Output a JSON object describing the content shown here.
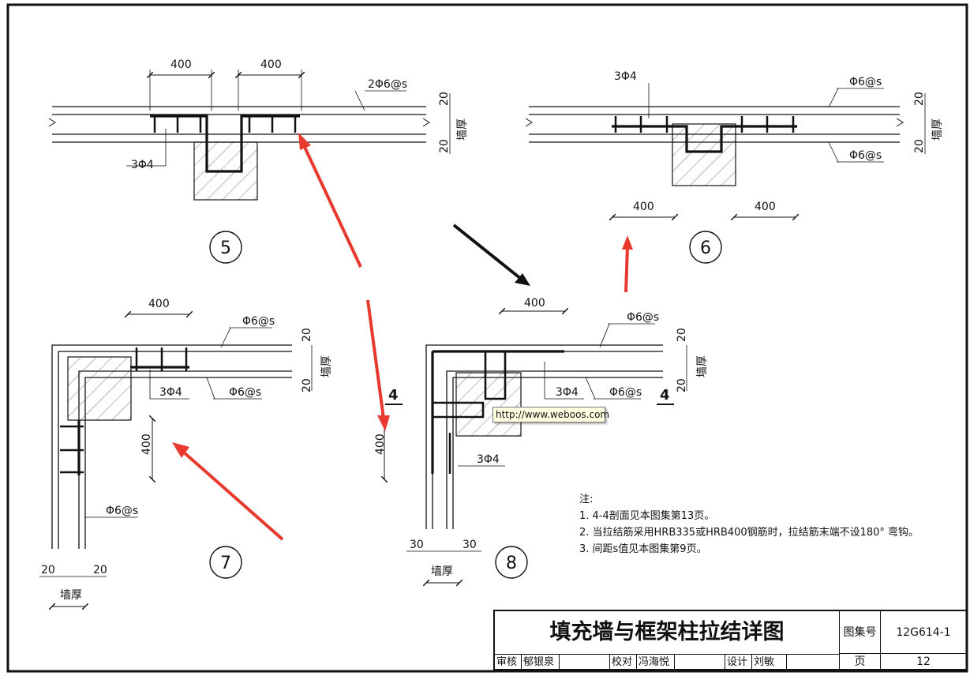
{
  "drawing": {
    "dims": {
      "d400": "400",
      "d20": "20",
      "d30": "30"
    },
    "labels": {
      "rebar_2phi6": "2Φ6@s",
      "phi6": "Φ6@s",
      "three_phi4": "3Φ4",
      "wall_thickness": "墙厚",
      "section_marker": "4"
    },
    "detail_numbers": [
      "5",
      "6",
      "7",
      "8"
    ]
  },
  "tooltip": {
    "text": "http://www.weboos.com"
  },
  "notes": {
    "heading": "注:",
    "items": [
      "1. 4-4剖面见本图集第13页。",
      "2. 当拉结筋采用HRB335或HRB400钢筋时，拉结筋末端不设180° 弯钩。",
      "3. 间距s值见本图集第9页。"
    ]
  },
  "title_block": {
    "title": "填充墙与框架柱拉结详图",
    "atlas_label": "图集号",
    "atlas_value": "12G614-1",
    "page_label": "页",
    "page_value": "12",
    "review_label": "审核",
    "review_name": "郁银泉",
    "check_label": "校对",
    "check_name": "冯海悦",
    "design_label": "设计",
    "design_name": "刘敏"
  },
  "colors": {
    "annotation_arrow_red": "#e8392f",
    "annotation_arrow_black": "#111111",
    "ink": "#111111"
  }
}
